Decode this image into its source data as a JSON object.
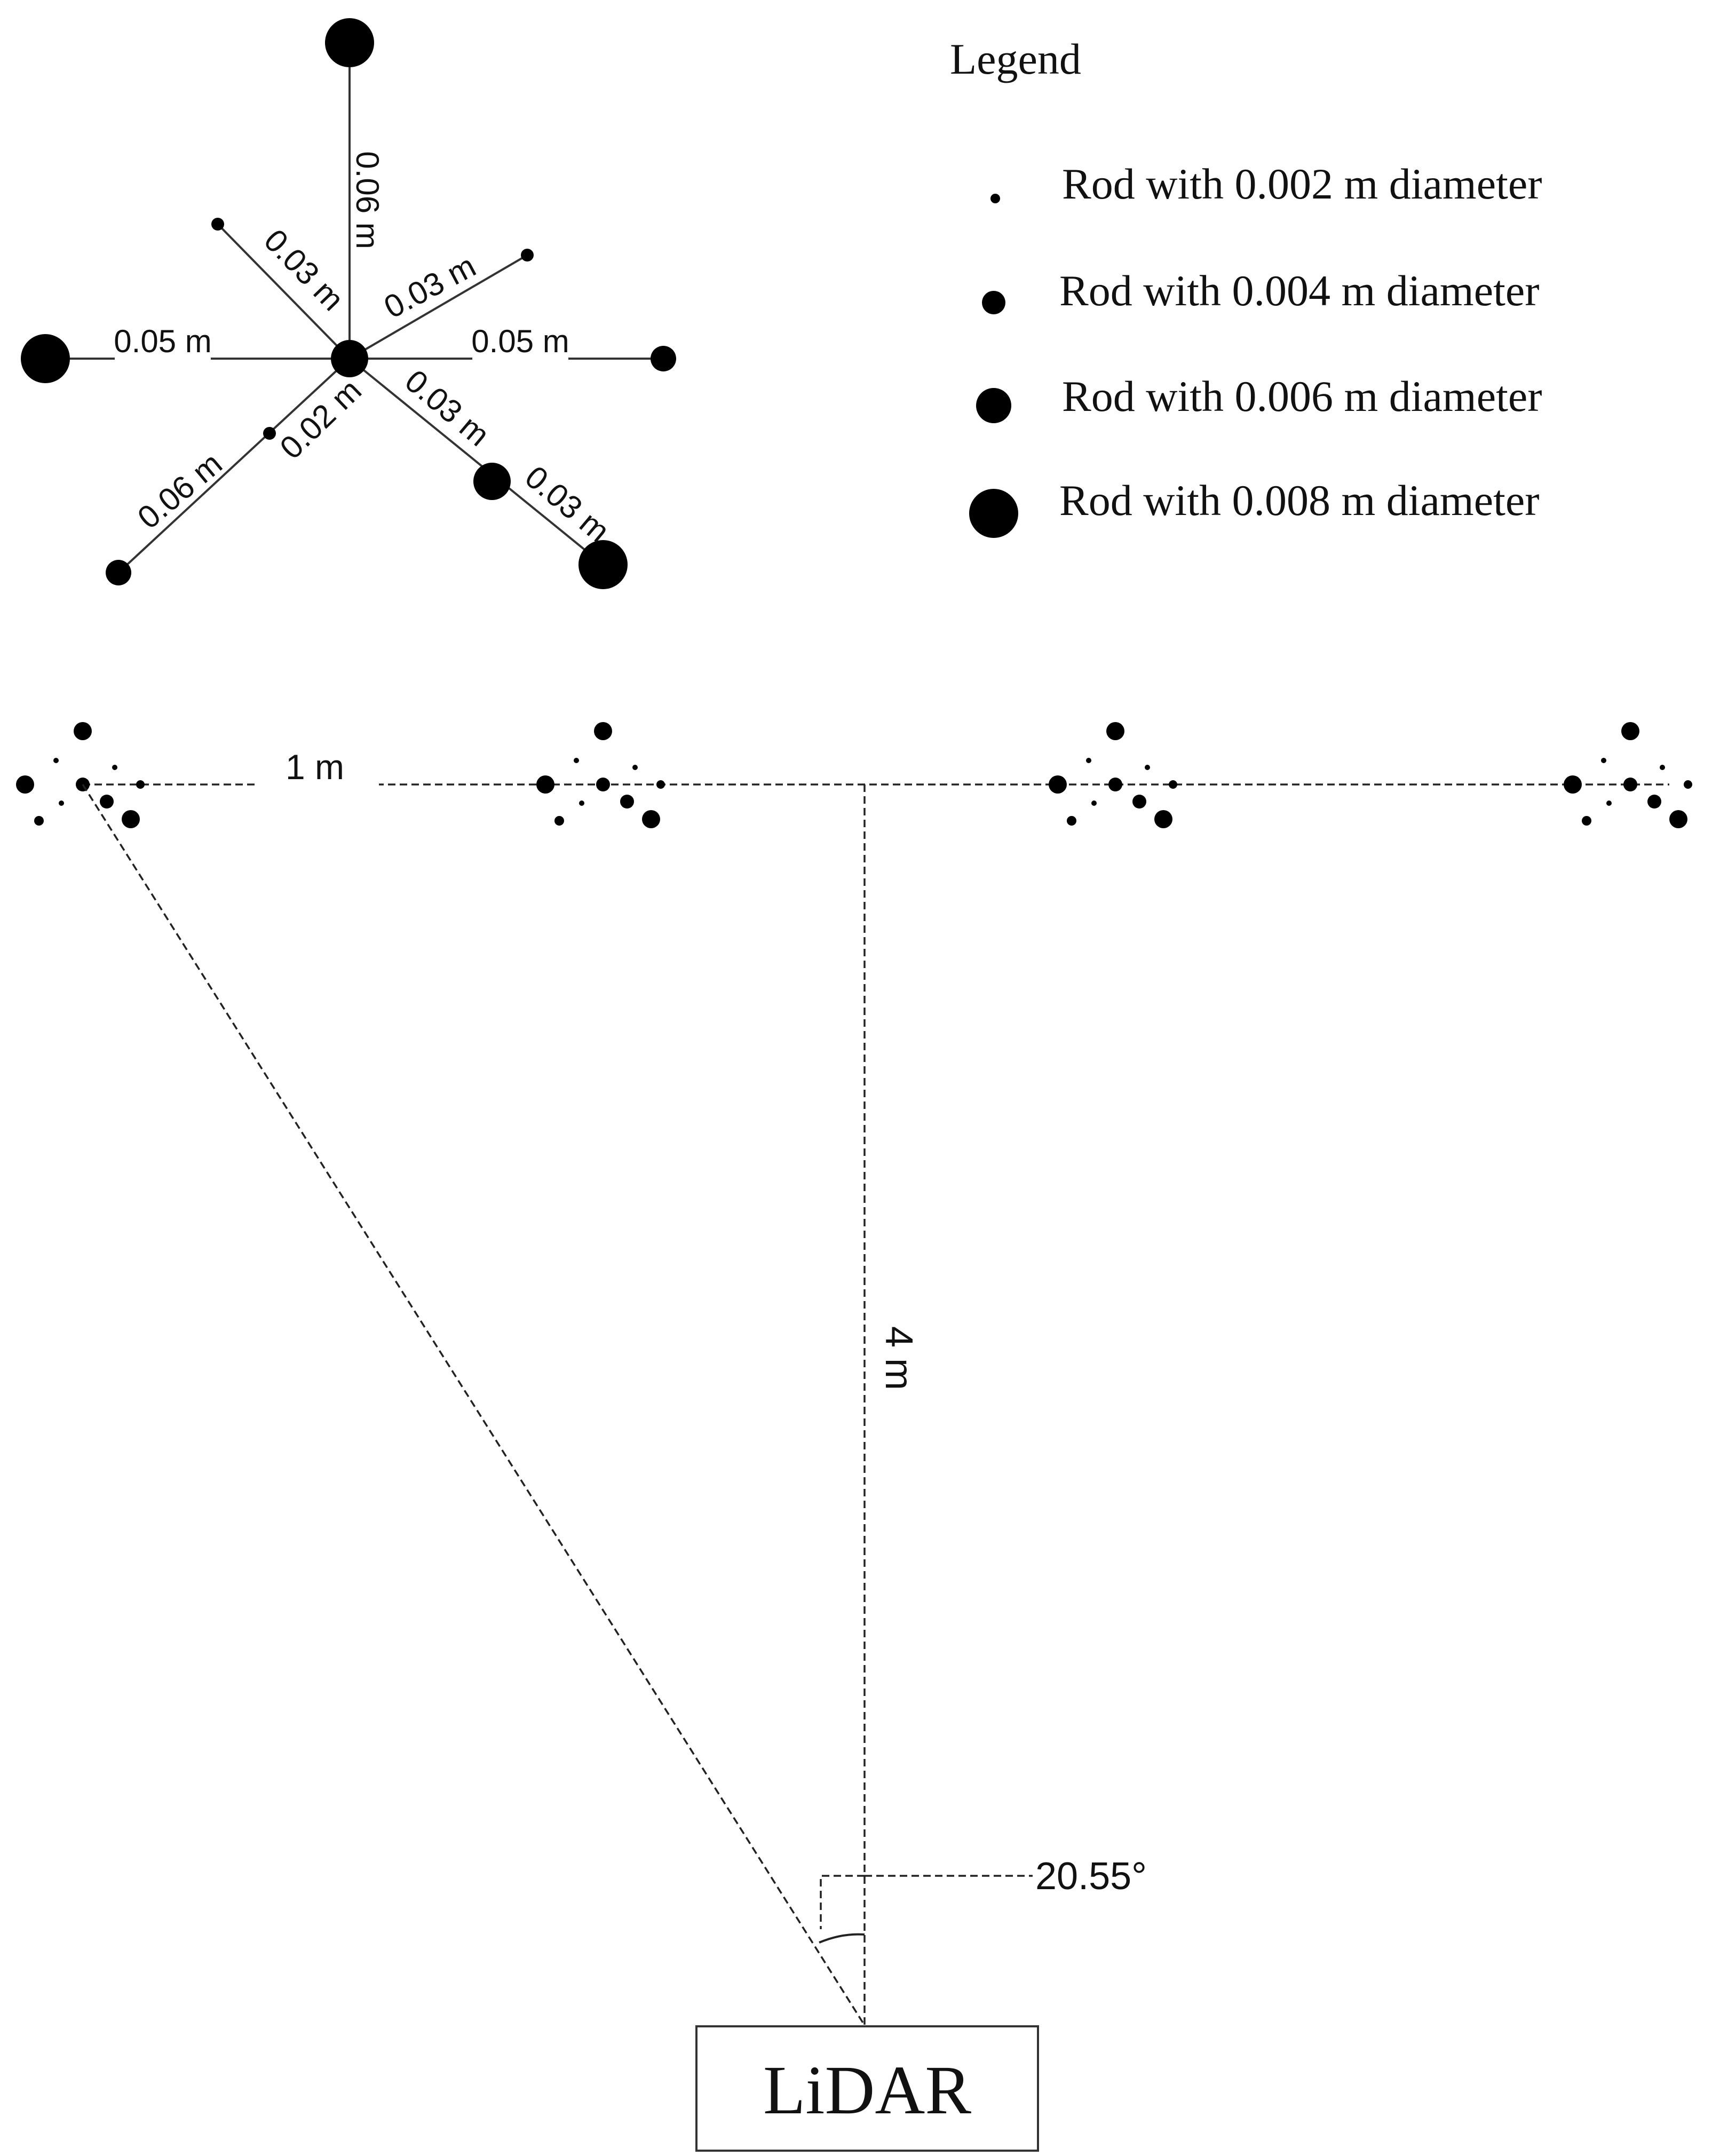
{
  "legend": {
    "title": "Legend",
    "items": [
      {
        "label": "Rod with 0.002 m diameter",
        "diameter_m": 0.002
      },
      {
        "label": "Rod with 0.004 m diameter",
        "diameter_m": 0.004
      },
      {
        "label": "Rod with 0.006 m diameter",
        "diameter_m": 0.006
      },
      {
        "label": "Rod with 0.008 m diameter",
        "diameter_m": 0.008
      }
    ]
  },
  "cluster_labels": {
    "up": "0.06 m",
    "upper_left": "0.03 m",
    "upper_right": "0.03 m",
    "left": "0.05 m",
    "right": "0.05 m",
    "lower_left_inner": "0.02 m",
    "lower_left_outer": "0.06 m",
    "lower_right_inner": "0.03 m",
    "lower_right_outer": "0.03 m"
  },
  "layout_labels": {
    "spacing": "1 m",
    "distance": "4 m",
    "angle": "20.55°",
    "sensor": "LiDAR"
  },
  "colors": {
    "ink": "#000000",
    "line": "#222222",
    "background": "#ffffff"
  }
}
